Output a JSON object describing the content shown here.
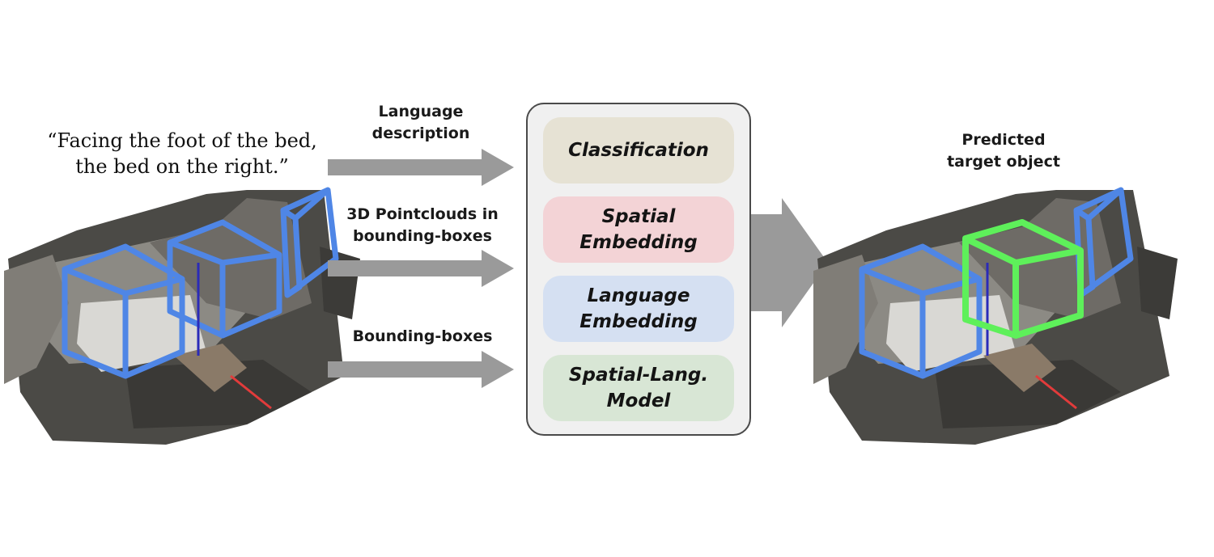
{
  "input_text": "“Facing the foot of the bed,\nthe bed on the right.”",
  "inputs": [
    {
      "label": "Language\ndescription"
    },
    {
      "label": "3D Pointclouds in\nbounding-boxes"
    },
    {
      "label": "Bounding-boxes"
    }
  ],
  "model_modules": [
    {
      "label": "Classification",
      "color": "#e6e2d4"
    },
    {
      "label": "Spatial\nEmbedding",
      "color": "#f3d3d6"
    },
    {
      "label": "Language\nEmbedding",
      "color": "#d5e0f2"
    },
    {
      "label": "Spatial-Lang.\nModel",
      "color": "#d8e6d5"
    }
  ],
  "output_label": "Predicted\ntarget object",
  "colors": {
    "candidate_box": "#4f86e6",
    "predicted_box": "#5ef05a",
    "arrow": "#9a9a9a",
    "panel_border": "#4a4a4a"
  }
}
